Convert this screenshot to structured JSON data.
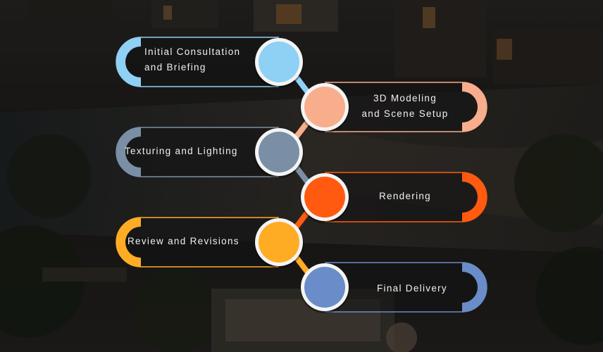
{
  "steps": [
    {
      "id": "initial-consultation",
      "lines": [
        "Initial Consultation",
        "and Briefing"
      ],
      "color": "#8fd0f5",
      "side": "left"
    },
    {
      "id": "3d-modeling",
      "lines": [
        "3D Modeling",
        "and Scene Setup"
      ],
      "color": "#f8ad8c",
      "side": "right"
    },
    {
      "id": "texturing-lighting",
      "lines": [
        "Texturing and Lighting"
      ],
      "color": "#7a8fa6",
      "side": "left"
    },
    {
      "id": "rendering",
      "lines": [
        "Rendering"
      ],
      "color": "#ff5a10",
      "side": "right"
    },
    {
      "id": "review-revisions",
      "lines": [
        "Review and Revisions"
      ],
      "color": "#ffac25",
      "side": "left"
    },
    {
      "id": "final-delivery",
      "lines": [
        "Final Delivery"
      ],
      "color": "#6a8cc8",
      "side": "right"
    }
  ]
}
